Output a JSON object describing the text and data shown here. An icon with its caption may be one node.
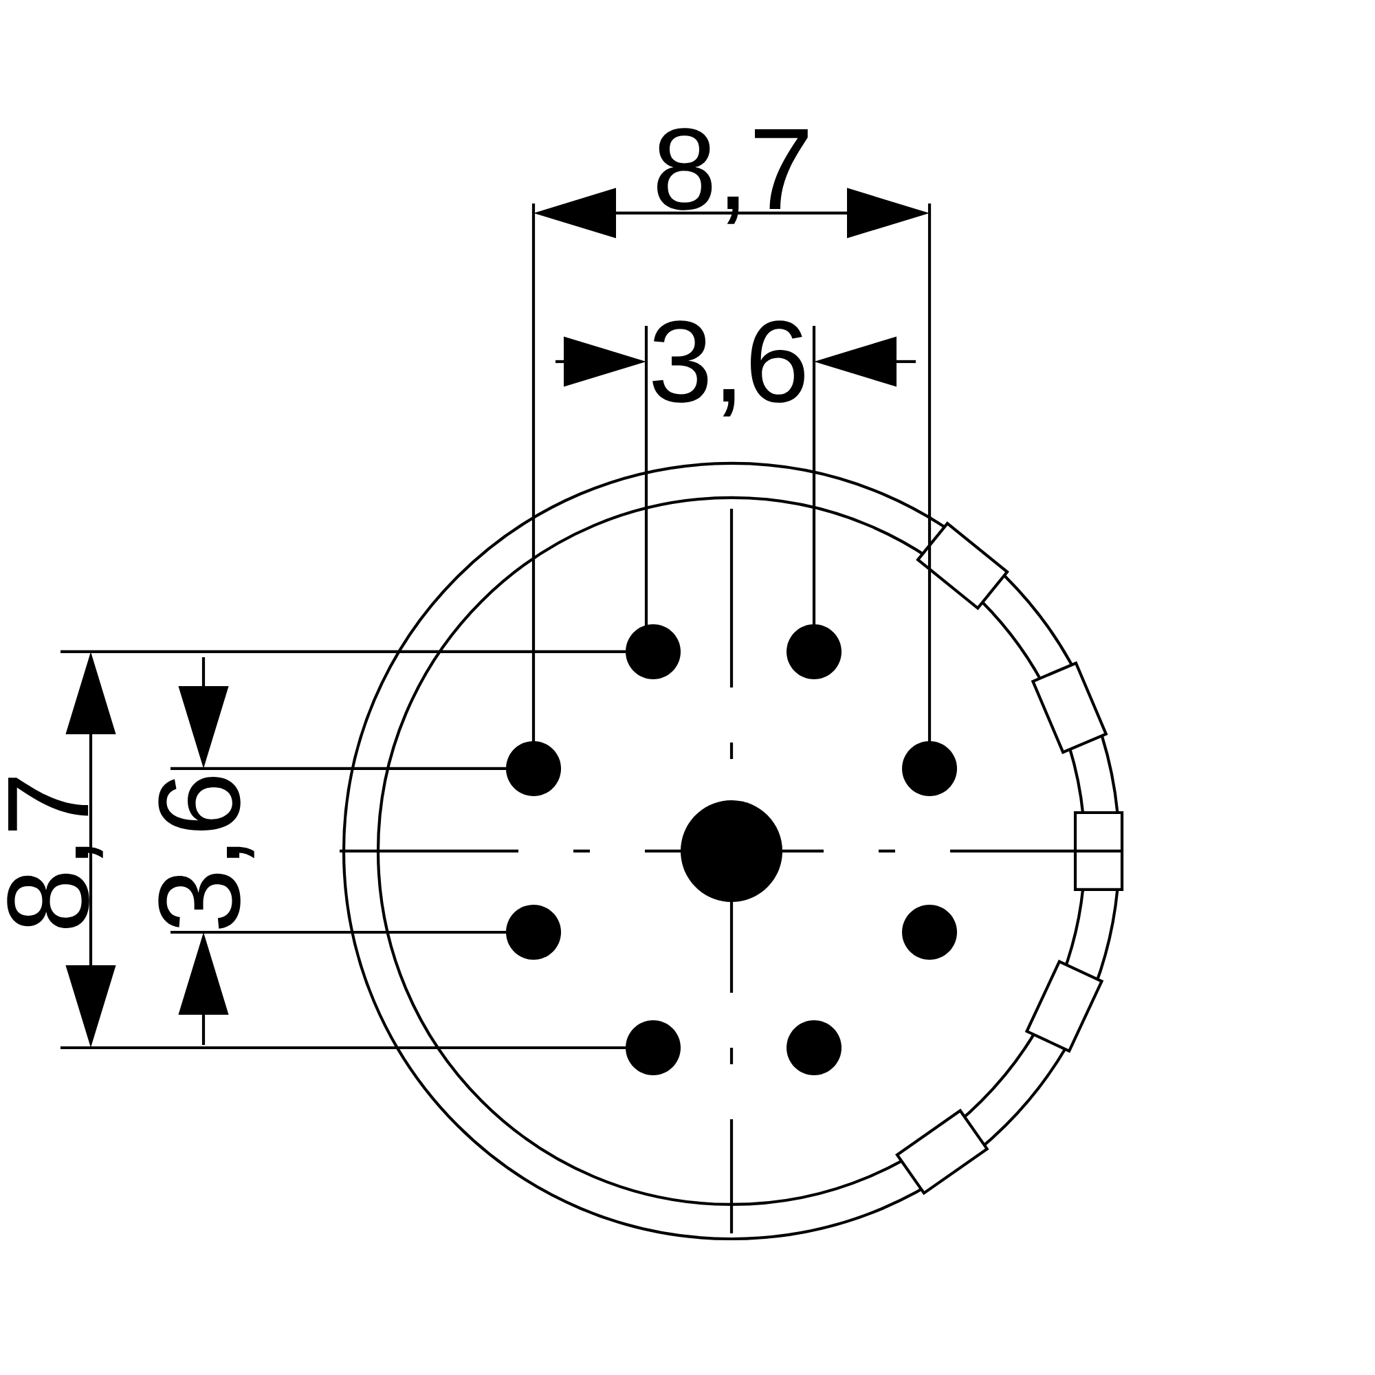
{
  "diagram": {
    "labels": [
      "8,7",
      "3,6",
      "8,7",
      "3,6"
    ]
  }
}
